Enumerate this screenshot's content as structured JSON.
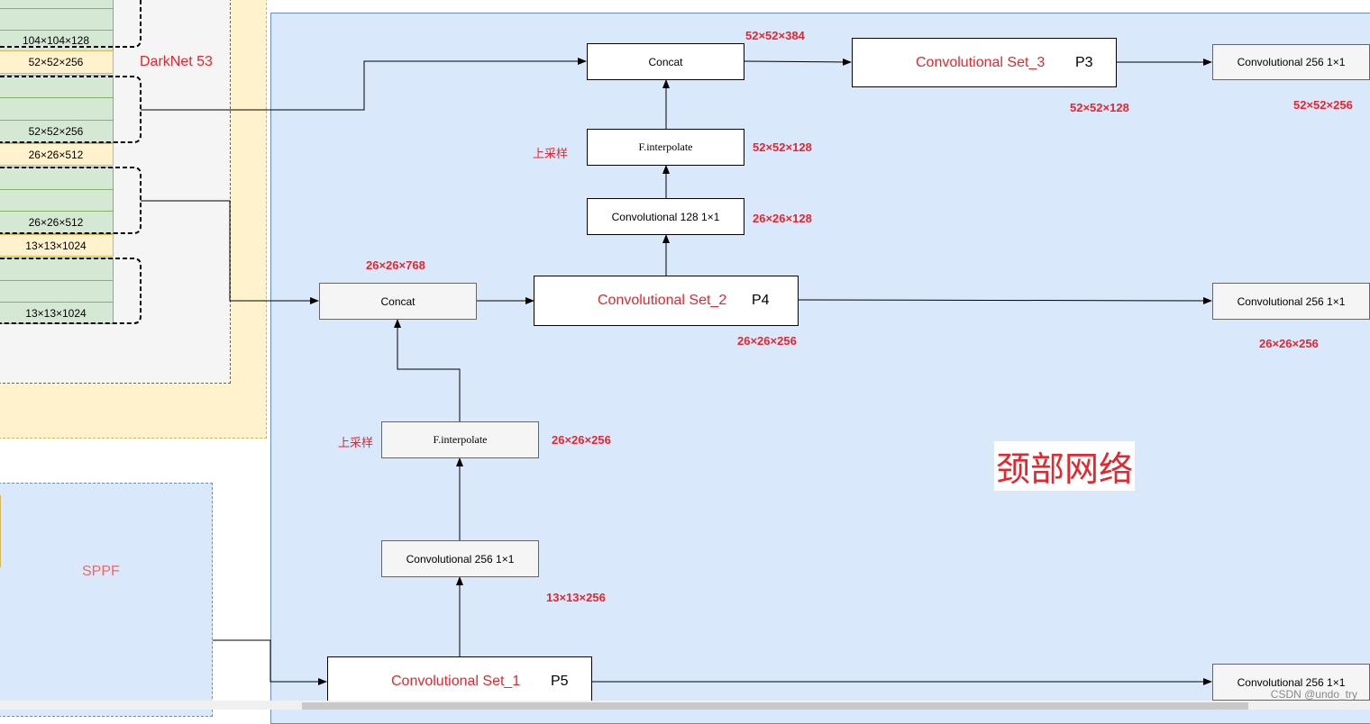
{
  "backbone": {
    "title": "DarkNet 53",
    "cells": [
      "104×104×128",
      "52×52×256",
      "52×52×256",
      "26×26×512",
      "26×26×512",
      "13×13×1024",
      "13×13×1024"
    ]
  },
  "sppf": {
    "title": "SPPF"
  },
  "neck": {
    "title": "颈部网络",
    "nodes": {
      "concat_top": "Concat",
      "conv_set_3": {
        "name": "Convolutional   Set_3",
        "tag": "P3"
      },
      "out_p3": "Convolutional 256 1×1",
      "interp_top": "F.interpolate",
      "conv128": "Convolutional 128 1×1",
      "concat_mid": "Concat",
      "conv_set_2": {
        "name": "Convolutional   Set_2",
        "tag": "P4"
      },
      "out_p4": "Convolutional 256 1×1",
      "interp_bottom": "F.interpolate",
      "conv256": "Convolutional 256 1×1",
      "conv_set_1": {
        "name": "Convolutional   Set_1",
        "tag": "P5"
      },
      "out_p5": "Convolutional 256 1×1"
    },
    "labels": {
      "concat_top_dim": "52×52×384",
      "set3_dim": "52×52×128",
      "p3_out_dim": "52×52×256",
      "interp_top_dim": "52×52×128",
      "upsample_top": "上采样",
      "conv128_dim": "26×26×128",
      "concat_mid_dim": "26×26×768",
      "set2_dim": "26×26×256",
      "p4_out_dim": "26×26×256",
      "upsample_bottom": "上采样",
      "interp_bottom_dim": "26×26×256",
      "conv256_dim": "13×13×256"
    }
  },
  "watermark": "CSDN @undo_try"
}
